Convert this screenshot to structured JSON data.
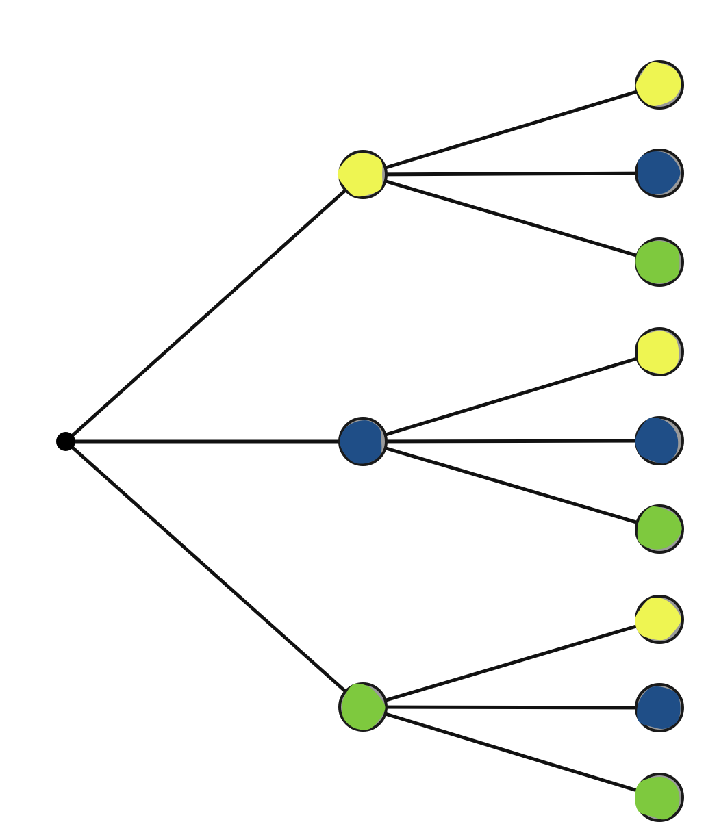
{
  "diagram": {
    "type": "tree",
    "colors": {
      "yellow": "#eef552",
      "blue": "#1f4e87",
      "green": "#7ec93e",
      "ring": "#9a9a9a",
      "outline": "#1a1a1a",
      "edge": "#111111",
      "root": "#000000"
    },
    "root": {
      "id": "root"
    },
    "levels": [
      {
        "level": 1,
        "nodes": [
          {
            "id": "n1",
            "parent": "root",
            "color": "yellow"
          },
          {
            "id": "n2",
            "parent": "root",
            "color": "blue"
          },
          {
            "id": "n3",
            "parent": "root",
            "color": "green"
          }
        ]
      },
      {
        "level": 2,
        "nodes": [
          {
            "id": "n1a",
            "parent": "n1",
            "color": "yellow"
          },
          {
            "id": "n1b",
            "parent": "n1",
            "color": "blue"
          },
          {
            "id": "n1c",
            "parent": "n1",
            "color": "green"
          },
          {
            "id": "n2a",
            "parent": "n2",
            "color": "yellow"
          },
          {
            "id": "n2b",
            "parent": "n2",
            "color": "blue"
          },
          {
            "id": "n2c",
            "parent": "n2",
            "color": "green"
          },
          {
            "id": "n3a",
            "parent": "n3",
            "color": "yellow"
          },
          {
            "id": "n3b",
            "parent": "n3",
            "color": "blue"
          },
          {
            "id": "n3c",
            "parent": "n3",
            "color": "green"
          }
        ]
      }
    ]
  }
}
